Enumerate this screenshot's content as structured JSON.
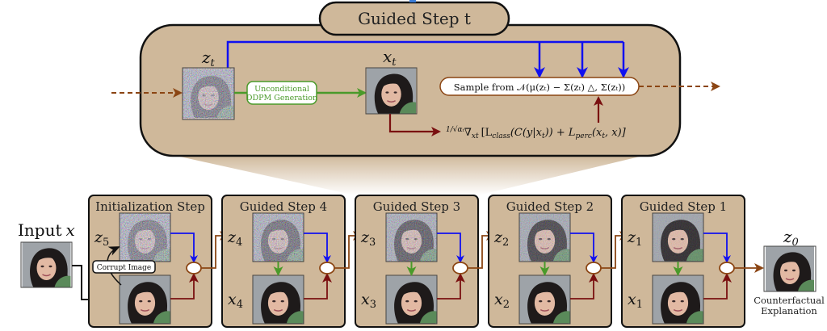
{
  "detail_panel": {
    "title": "Guided Step t",
    "zt_label": "z",
    "zt_sub": "t",
    "xt_label": "x",
    "xt_sub": "t",
    "generation_box": [
      "Unconditional",
      "DDPM Generation"
    ],
    "sample_box": "Sample from 𝒩(μ(zₜ) − Σ(zₜ) △, Σ(zₜ))",
    "gradient_formula": "∇ₓₜ [L_class(C(y|xₜ)) + L_perc(xₜ, x)]",
    "gradient_prefix": "1/√αₜ",
    "gradient_main": "∇",
    "gradient_sub": "xt",
    "gradient_body": "[L",
    "gradient_class": "class",
    "gradient_mid": "(C(y|x",
    "gradient_mid2": ")) + L",
    "gradient_perc": "perc",
    "gradient_end": "(x",
    "gradient_end2": ", x)]"
  },
  "input": {
    "label": "Input",
    "var": "x"
  },
  "corrupt_label": "Corrupt Image",
  "steps": [
    {
      "title": "Initialization Step",
      "z_label": "z",
      "z_sub": "5",
      "x_label": "",
      "x_sub": "",
      "noise": 0.95
    },
    {
      "title": "Guided Step 4",
      "z_label": "z",
      "z_sub": "4",
      "x_label": "x",
      "x_sub": "4",
      "noise": 0.85
    },
    {
      "title": "Guided Step 3",
      "z_label": "z",
      "z_sub": "3",
      "x_label": "x",
      "x_sub": "3",
      "noise": 0.7
    },
    {
      "title": "Guided Step 2",
      "z_label": "z",
      "z_sub": "2",
      "x_label": "x",
      "x_sub": "2",
      "noise": 0.5
    },
    {
      "title": "Guided Step 1",
      "z_label": "z",
      "z_sub": "1",
      "x_label": "x",
      "x_sub": "1",
      "noise": 0.25
    }
  ],
  "output": {
    "z_label": "z",
    "z_sub": "0",
    "caption": [
      "Counterfactual",
      "Explanation"
    ]
  },
  "colors": {
    "panel_fill": "#cfb89a",
    "border": "#111111",
    "blue_arrow": "#1010f0",
    "green_arrow": "#4a9a2a",
    "red_arrow": "#7a1010",
    "brown_arrow": "#8b4513",
    "image_bg": "#9aa0a6",
    "hair": "#1e1a1a",
    "skin": "#e2b9a3",
    "shirt": "#5a8a5a"
  }
}
